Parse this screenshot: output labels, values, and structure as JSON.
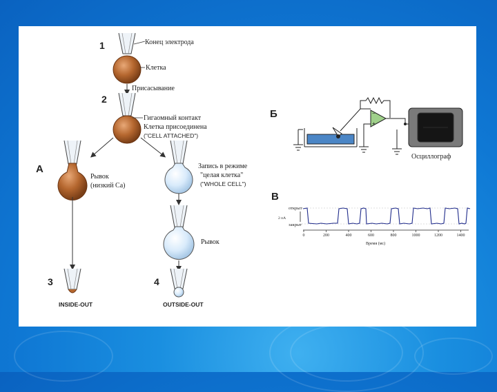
{
  "colors": {
    "background_blue": "#0f78d4",
    "cell_brown": "#b5672f",
    "cell_light": "#d9ebfb",
    "bath_blue": "#4b86c6",
    "trace_blue": "#1e2a8a",
    "oscilloscope_body": "#7a7a7a",
    "oscilloscope_screen": "#151515"
  },
  "step_numbers": {
    "n1": "1",
    "n2": "2",
    "n3": "3",
    "n4": "4"
  },
  "panel_letters": {
    "a": "А",
    "b": "Б",
    "v": "В"
  },
  "labels": {
    "electrode_tip": "Конец электрода",
    "cell": "Клетка",
    "suction": "Присасывание",
    "gigaohm_contact": "Гигаомный контакт",
    "cell_attached": "Клетка присоединена",
    "cell_attached_en": "(\"CELL ATTACHED\")",
    "pull_low_ca_1": "Рывок",
    "pull_low_ca_2": "(низкий Са)",
    "whole_cell_1": "Запись в режиме",
    "whole_cell_2": "\"целая клетка\"",
    "whole_cell_en": "(\"WHOLE CELL\")",
    "pull": "Рывок",
    "inside_out": "INSIDE-OUT",
    "outside_out": "OUTSIDE-OUT",
    "oscilloscope": "Осциллограф"
  },
  "trace": {
    "state_open": "открыт",
    "state_closed": "закрыт",
    "scale_label": "2 пА",
    "x_ticks": [
      "0",
      "200",
      "400",
      "600",
      "800",
      "1000",
      "1200",
      "1400"
    ],
    "x_axis_label": "Время (мс)"
  }
}
